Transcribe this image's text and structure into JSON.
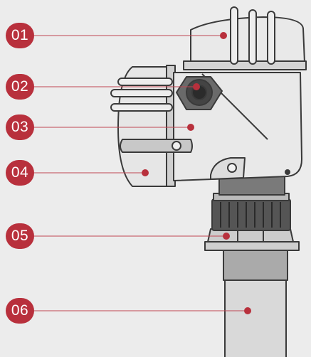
{
  "colors": {
    "background": "#ececec",
    "badge": "#b8303c",
    "leader_line": "#c04652",
    "device_fill": "#e4e4e4",
    "device_shade": "#cfcfcf",
    "device_outline": "#3a3a3a",
    "dark_metal": "#555555"
  },
  "callouts": [
    {
      "label": "01",
      "part": "top-cover"
    },
    {
      "label": "02",
      "part": "cable-gland"
    },
    {
      "label": "03",
      "part": "housing-body"
    },
    {
      "label": "04",
      "part": "side-cover"
    },
    {
      "label": "05",
      "part": "process-connection-nut"
    },
    {
      "label": "06",
      "part": "probe-rod"
    }
  ]
}
